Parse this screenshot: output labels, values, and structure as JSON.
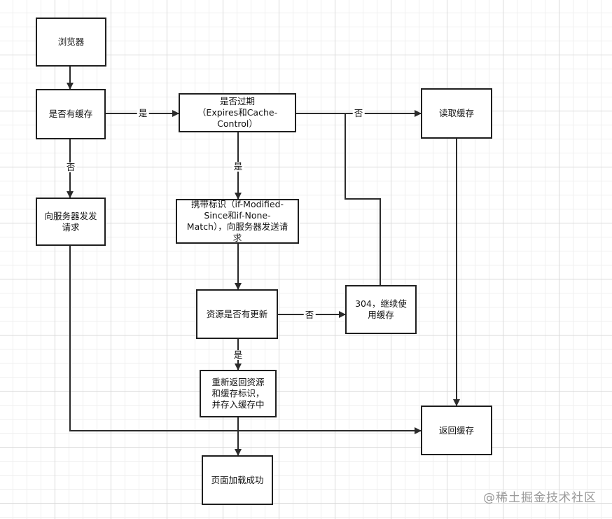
{
  "nodes": {
    "browser": "浏览器",
    "has_cache": "是否有缓存",
    "expired": "是否过期\n（Expires和Cache-Control）",
    "read_cache": "读取缓存",
    "request_server": "向服务器发发\n请求",
    "carry_tag": "携带标识（if-Modified-Since和if-None-Match），向服务器发送请求",
    "resource_updated": "资源是否有更新",
    "status_304": "304，继续使\n用缓存",
    "return_new": "重新返回资源和缓存标识，并存入缓存中",
    "return_cache": "返回缓存",
    "page_loaded": "页面加载成功"
  },
  "edge_labels": {
    "yes_has_cache": "是",
    "no_expired": "否",
    "no_has_cache": "否",
    "yes_expired": "是",
    "no_updated": "否",
    "yes_updated": "是"
  },
  "watermark": "@稀土掘金技术社区"
}
